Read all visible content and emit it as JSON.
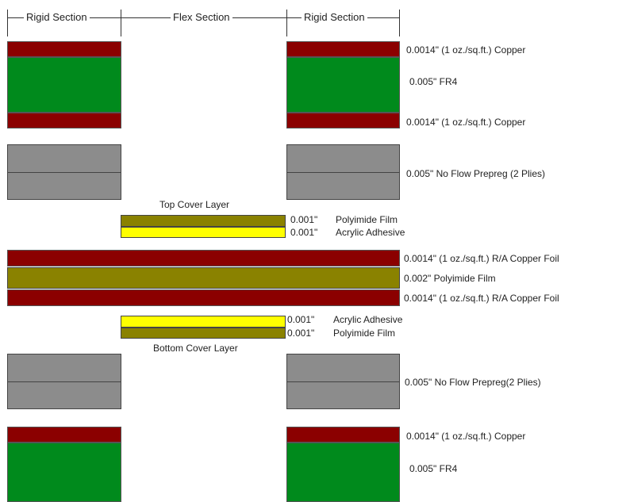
{
  "header": {
    "rigid_left": "Rigid Section",
    "flex": "Flex Section",
    "rigid_right": "Rigid Section"
  },
  "labels": {
    "copper1": "0.0014\" (1 oz./sq.ft.) Copper",
    "fr4_1": "0.005\" FR4",
    "copper2": "0.0014\" (1 oz./sq.ft.) Copper",
    "prepreg1": "0.005\" No Flow Prepreg (2 Plies)",
    "top_cover": "Top Cover Layer",
    "top_pi_thk": "0.001\"",
    "top_pi": "Polyimide Film",
    "top_ad_thk": "0.001\"",
    "top_ad": "Acrylic Adhesive",
    "ra_cu1": "0.0014\" (1 oz./sq.ft.) R/A Copper Foil",
    "core_pi": "0.002\" Polyimide Film",
    "ra_cu2": "0.0014\" (1 oz./sq.ft.) R/A Copper Foil",
    "bot_ad_thk": "0.001\"",
    "bot_ad": "Acrylic Adhesive",
    "bot_pi_thk": "0.001\"",
    "bot_pi": "Polyimide Film",
    "bottom_cover": "Bottom Cover Layer",
    "prepreg2": "0.005\" No Flow Prepreg(2 Plies)",
    "copper3": "0.0014\" (1 oz./sq.ft.) Copper",
    "fr4_2": "0.005\" FR4"
  },
  "colors": {
    "copper": "#8b0000",
    "fr4": "#008a1c",
    "prepreg": "#8c8c8c",
    "polyimide": "#8a8200",
    "adhesive": "#ffff00"
  }
}
